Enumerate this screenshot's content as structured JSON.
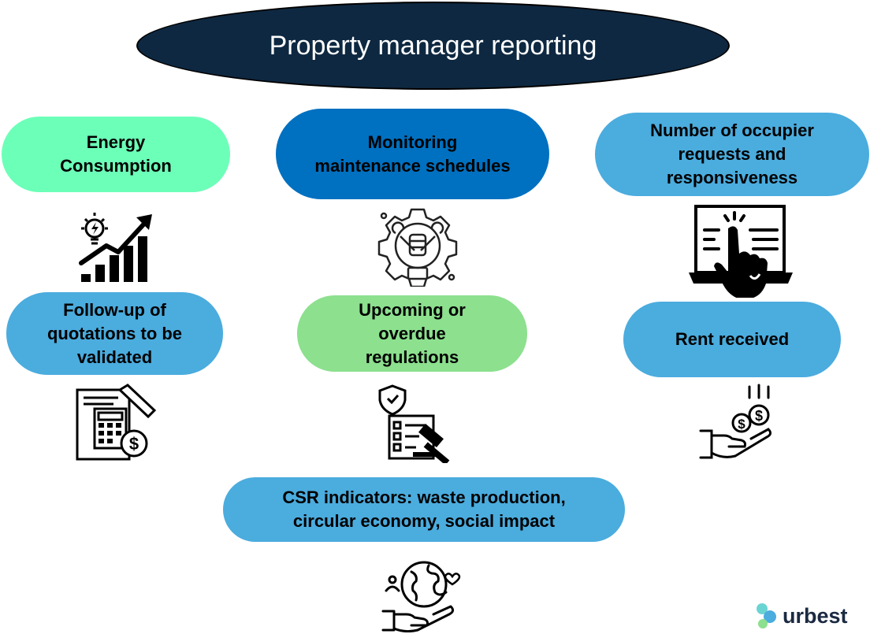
{
  "title": "Property manager reporting",
  "colors": {
    "navy": "#0e2841",
    "mint": "#6cffb8",
    "blue_dark": "#0070c0",
    "blue_light": "#4bacde",
    "green": "#8ce08e"
  },
  "cards": [
    {
      "id": "energy",
      "lines": [
        "Energy",
        "Consumption"
      ],
      "color": "#6cffb8",
      "icon": "lightbulb-growth-chart-icon"
    },
    {
      "id": "maintenance",
      "lines": [
        "Monitoring",
        "maintenance schedules"
      ],
      "color": "#0070c0",
      "icon": "gear-wrench-hand-icon"
    },
    {
      "id": "occupier",
      "lines": [
        "Number of occupier",
        "requests and",
        "responsiveness"
      ],
      "color": "#4bacde",
      "icon": "laptop-touch-icon"
    },
    {
      "id": "quotations",
      "lines": [
        "Follow-up of",
        "quotations to be",
        "validated"
      ],
      "color": "#4bacde",
      "icon": "calculator-invoice-icon"
    },
    {
      "id": "regulations",
      "lines": [
        "Upcoming or",
        "overdue",
        "regulations"
      ],
      "color": "#8ce08e",
      "icon": "checklist-gavel-icon"
    },
    {
      "id": "rent",
      "lines": [
        "Rent received"
      ],
      "color": "#4bacde",
      "icon": "hand-coins-icon"
    },
    {
      "id": "csr",
      "lines": [
        "CSR indicators: waste production,",
        "circular economy, social impact"
      ],
      "color": "#4bacde",
      "icon": "hand-globe-icon"
    }
  ],
  "logo": {
    "text": "urbest",
    "icon": "urbest-logo-icon"
  }
}
